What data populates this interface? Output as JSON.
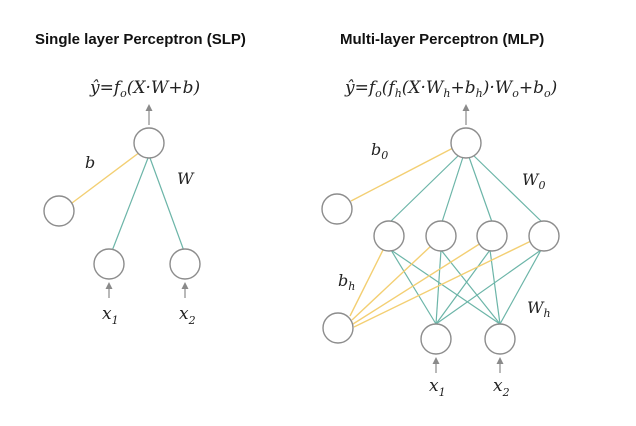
{
  "slp": {
    "title": "Single layer Perceptron (SLP)",
    "formula": "ŷ=fo(X·W+b)",
    "bias_label": "b",
    "weight_label": "W",
    "inputs": [
      "x1",
      "x2"
    ]
  },
  "mlp": {
    "title": "Multi-layer Perceptron (MLP)",
    "formula": "ŷ=fo(fh(X·Wh+bh)·Wo+bo)",
    "bias_out_label": "b0",
    "weight_out_label": "W0",
    "bias_hidden_label": "bh",
    "weight_hidden_label": "Wh",
    "inputs": [
      "x1",
      "x2"
    ]
  },
  "colors": {
    "weight_edge": "#6cb5a8",
    "bias_edge": "#f3cf73",
    "node_stroke": "#8c8c8c",
    "arrow": "#8a8a8a"
  }
}
